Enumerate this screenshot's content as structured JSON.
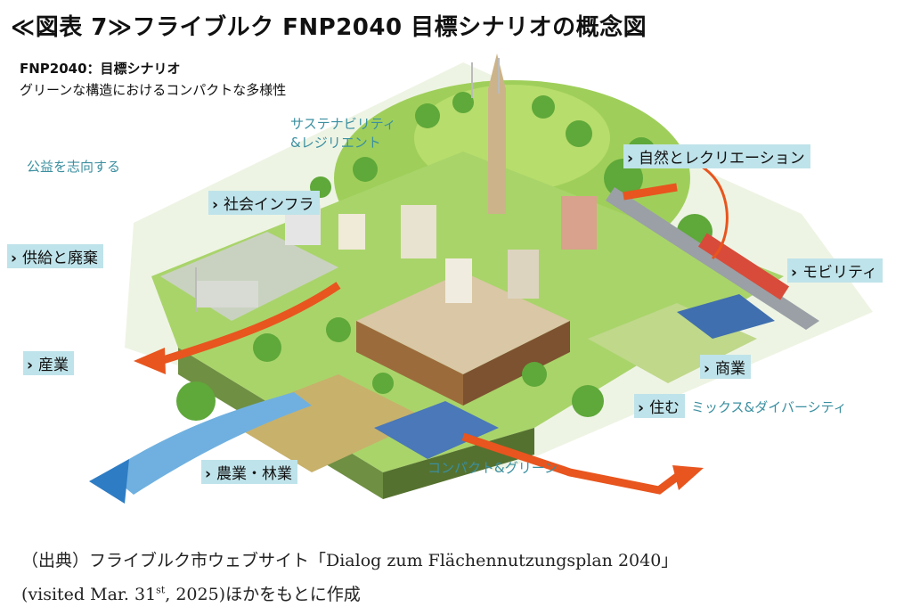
{
  "title": "≪図表 7≫フライブルク FNP2040 目標シナリオの概念図",
  "scenario": {
    "heading": "FNP2040：目標シナリオ",
    "subheading": "グリーンな構造におけるコンパクトな多様性"
  },
  "labels": {
    "sustainability_1": "サステナビリティ",
    "sustainability_2": "&レジリエント",
    "public_interest": "公益を志向する",
    "social_infra": "社会インフラ",
    "supply_disposal": "供給と廃棄",
    "industry": "産業",
    "agri_forest": "農業・林業",
    "nature_recreation": "自然とレクリエーション",
    "mobility": "モビリティ",
    "commerce": "商業",
    "living": "住む",
    "mix_diversity": "ミックス&ダイバーシティ",
    "compact_green": "コンパクト&グリーン"
  },
  "caption": {
    "line1": "（出典）フライブルク市ウェブサイト「Dialog zum Flächennutzungsplan 2040」",
    "line2_pre": "(visited Mar. 31",
    "line2_sup": "st",
    "line2_post": ", 2025)ほかをもとに作成"
  },
  "arrow_glyph": "›",
  "colors": {
    "label_box": "#bfe3ea",
    "teal_text": "#3b8fa0",
    "arrow_orange": "#e8551e",
    "river_blue": "#2e7cc4",
    "grass": "#8fc744"
  }
}
